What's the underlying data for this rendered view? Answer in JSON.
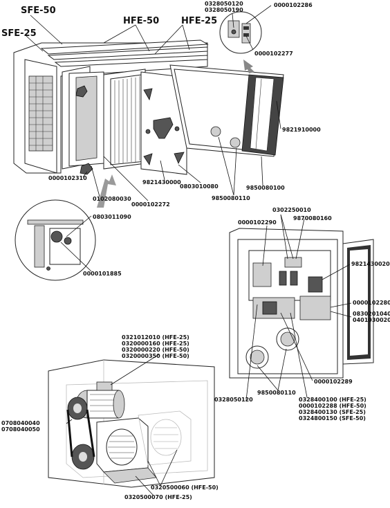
{
  "labels": {
    "sfe50": "SFE-50",
    "sfe25": "SFE-25",
    "hfe50": "HFE-50",
    "hfe25": "HFE-25",
    "p1": "0328050120",
    "p2": "0328050190",
    "p3": "0000102286",
    "p4": "0000102277",
    "p5": "9821910000",
    "p6": "0000102310",
    "p7": "0102080030",
    "p8": "0000102272",
    "p9": "9821430000",
    "p10": "0803010080",
    "p11": "9850080100",
    "p12": "9850080110",
    "p13": "0803011090",
    "p14": "0000101885",
    "p15": "0302250010",
    "p16": "9870080160",
    "p17": "0000102290",
    "p18": "9821430020",
    "p19": "0000102280",
    "p20": "0830201040",
    "p21": "0401030020",
    "p22": "0000102289",
    "p23": "9850080110",
    "p24": "0328050120",
    "p25": "0328400100 (HFE-25)",
    "p26": "0000102288 (HFE-50)",
    "p27": "0328400130 (SFE-25)",
    "p28": "0324800150 (SFE-50)",
    "p29": "0321012010 (HFE-25)",
    "p30": "0320000160 (HFE-25)",
    "p31": "0320000220 (HFE-50)",
    "p32": "0320000350 (HFE-50)",
    "p33": "0708040040",
    "p34": "0708040050",
    "p35": "0320500060 (HFE-50)",
    "p36": "0320500070 (HFE-25)"
  }
}
